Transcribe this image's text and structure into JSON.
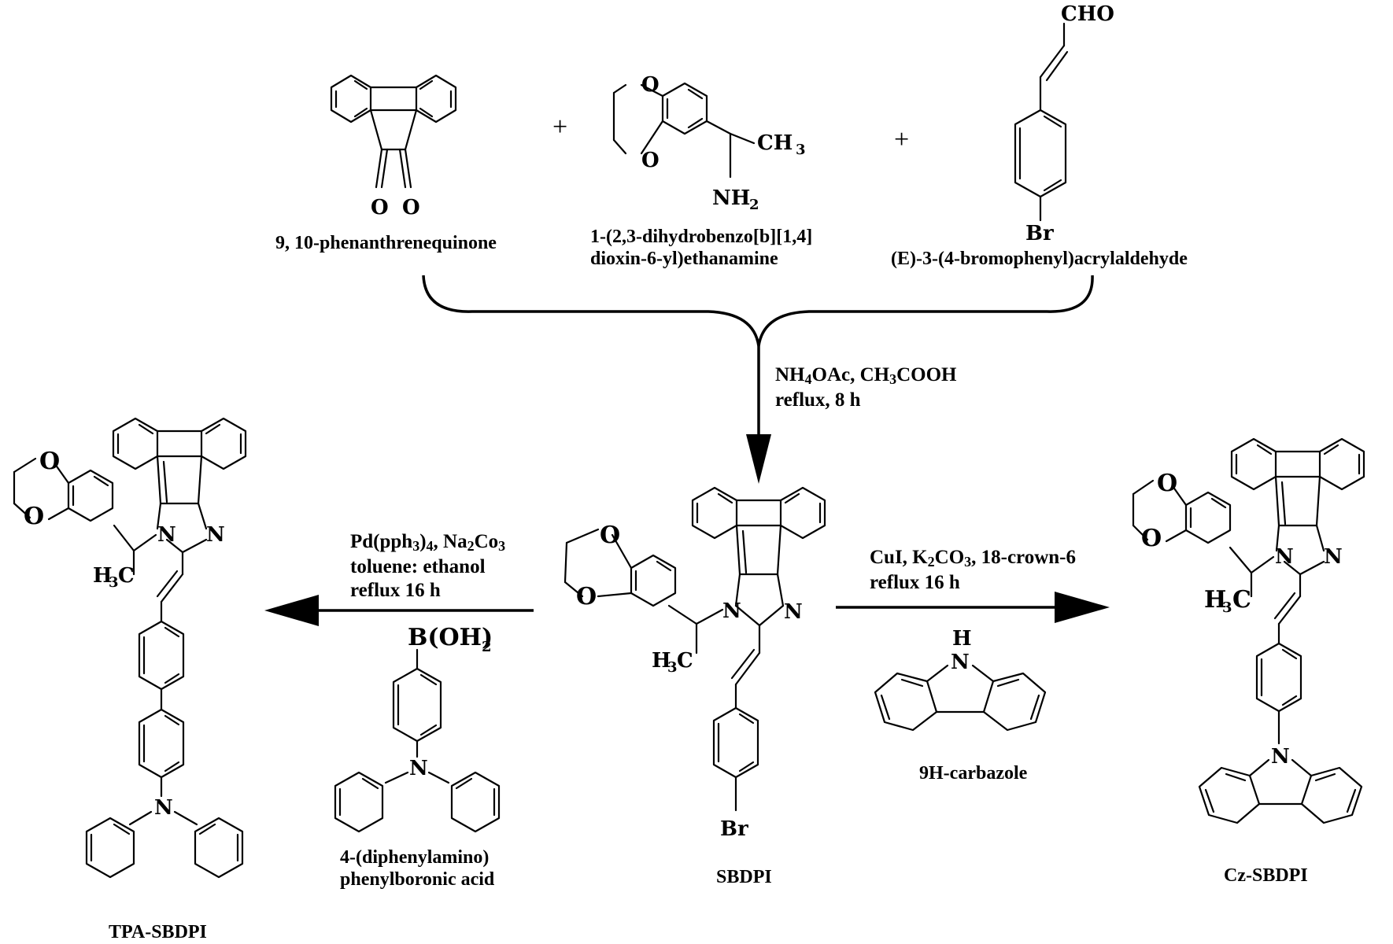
{
  "reagents": [
    {
      "name": "9, 10-phenanthrenequinone"
    },
    {
      "name_line1": "1-(2,3-dihydrobenzo[b][1,4]",
      "name_line2": "dioxin-6-yl)ethanamine"
    },
    {
      "name": "(E)-3-(4-bromophenyl)acrylaldehyde"
    }
  ],
  "plus_sign": "+",
  "atoms": {
    "O": "O",
    "N": "N",
    "H": "H",
    "Br": "Br",
    "CHO": "CHO",
    "CH": "CH",
    "three": "3",
    "NH": "NH",
    "two": "2",
    "H3C_H": "H",
    "H3C_C": "C",
    "B": "B(OH)",
    "B_sub": "2"
  },
  "step1": {
    "line1_a": "NH",
    "line1_sub1": "4",
    "line1_b": "OAc, CH",
    "line1_sub2": "3",
    "line1_c": "COOH",
    "line2": "reflux, 8 h"
  },
  "step_left": {
    "line1_a": "Pd(pph",
    "line1_sub1": "3",
    "line1_b": ")",
    "line1_sub2": "4",
    "line1_c": ", Na",
    "line1_sub3": "2",
    "line1_d": "Co",
    "line1_sub4": "3",
    "line2": "toluene: ethanol",
    "line3": "reflux 16 h",
    "reagent_line1": "4-(diphenylamino)",
    "reagent_line2": "phenylboronic acid"
  },
  "step_right": {
    "line1_a": "CuI, K",
    "line1_sub1": "2",
    "line1_b": "CO",
    "line1_sub2": "3",
    "line1_c": ", 18-crown-6",
    "line2": "reflux 16 h",
    "reagent": "9H-carbazole"
  },
  "products": {
    "center": "SBDPI",
    "left": "TPA-SBDPI",
    "right": "Cz-SBDPI"
  }
}
